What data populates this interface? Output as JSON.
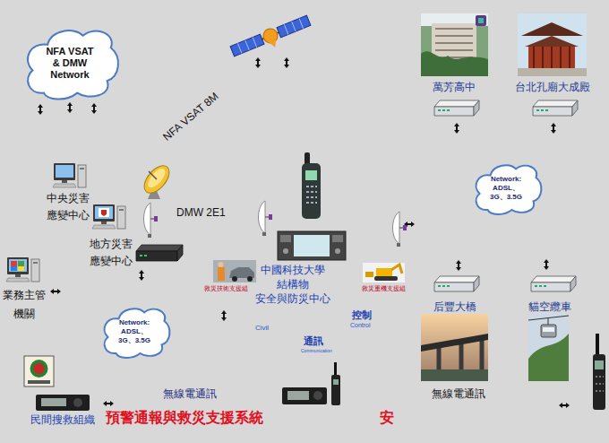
{
  "diagram": {
    "nodes": [
      {
        "text": [
          "NFA VSAT & DMW Network"
        ]
      },
      {
        "text": [
          "Network: ADSL、 3G、3.5G"
        ]
      },
      {
        "text": [
          "Network: ADSL、 3G、3.5G"
        ]
      }
    ],
    "labels": [
      "NFA VSAT 8M",
      "萬芳高中",
      "台北孔廟大成殿",
      "中央災害 應變中心",
      "DMW 2E1",
      "地方災害 應變中心",
      "業務主管 機關",
      "中國科技大學 結構物 安全與防災中心",
      "救災技術支援組",
      "救災重機支援組",
      "后豐大橋",
      "貓空纜車",
      "Civil",
      "控制",
      "Control",
      "通訊",
      "Communication",
      "無線電通訊",
      "無線電通訊",
      "民間搜救組織",
      "預警通報與救災支援系統",
      "安"
    ]
  }
}
